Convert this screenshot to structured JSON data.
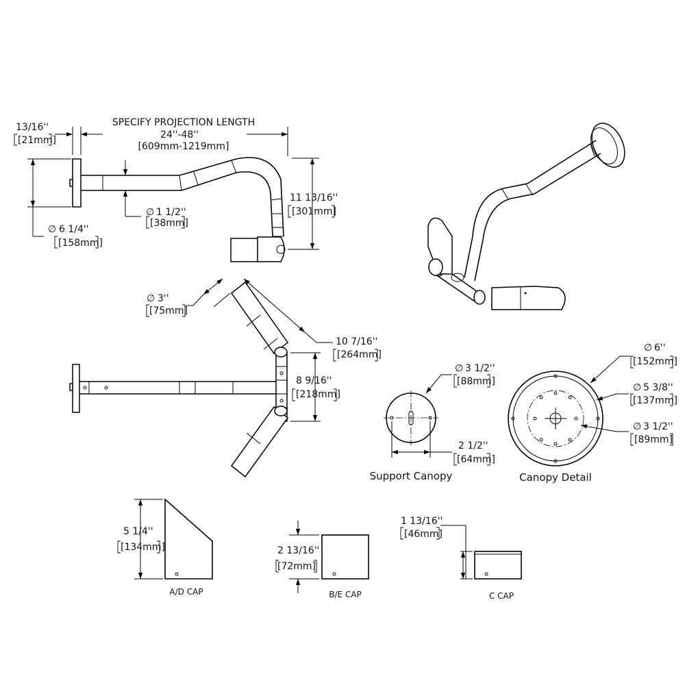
{
  "top_view": {
    "projection_title": "SPECIFY PROJECTION LENGTH",
    "projection_in": "24''-48''",
    "projection_mm": "[609mm-1219mm]",
    "thickness_in": "13/16''",
    "thickness_mm": "[21mm]",
    "height_in": "11 13/16''",
    "height_mm": "[301mm]",
    "tube_dia_in": "1 1/2''",
    "tube_dia_mm": "[38mm]",
    "backplate_dia_in": "6 1/4''",
    "backplate_dia_mm": "[158mm]"
  },
  "side_view": {
    "head_dia_in": "3''",
    "head_dia_mm": "[75mm]",
    "head_len_in": "10 7/16''",
    "head_len_mm": "[264mm]",
    "knuckle_in": "8 9/16''",
    "knuckle_mm": "[218mm]"
  },
  "support_canopy": {
    "dia_in": "3 1/2''",
    "dia_mm": "[88mm]",
    "hole_in": "2 1/2''",
    "hole_mm": "[64mm]",
    "label": "Support Canopy"
  },
  "canopy_detail": {
    "outer_in": "6''",
    "outer_mm": "[152mm]",
    "mid_in": "5 3/8''",
    "mid_mm": "[137mm]",
    "inner_in": "3 1/2''",
    "inner_mm": "[89mm]",
    "label": "Canopy Detail"
  },
  "caps": {
    "ad_height_in": "5 1/4''",
    "ad_height_mm": "[134mm]",
    "ad_label": "A/D CAP",
    "be_height_in": "2 13/16''",
    "be_height_mm": "[72mm]",
    "be_label": "B/E CAP",
    "c_height_in": "1 13/16''",
    "c_height_mm": "[46mm]",
    "c_label": "C CAP"
  },
  "dia_symbol": "∅"
}
